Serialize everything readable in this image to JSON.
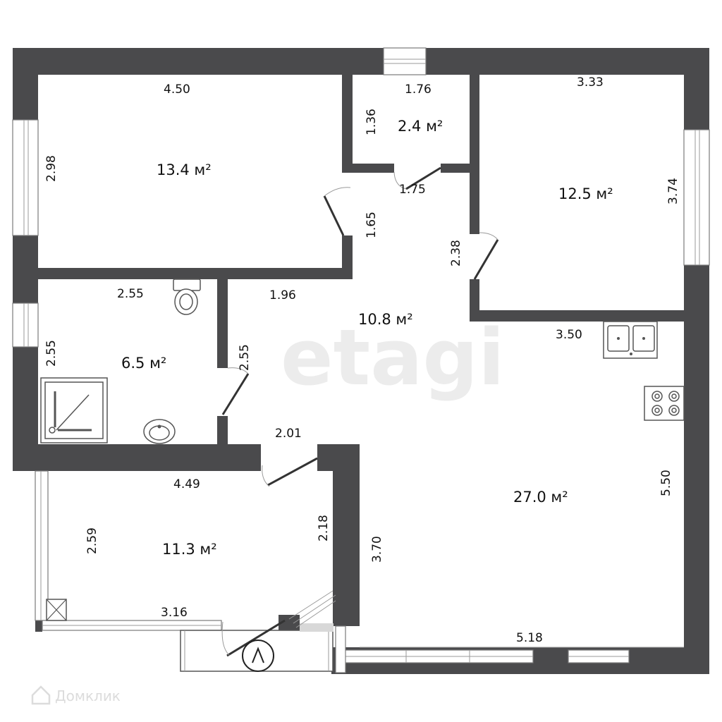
{
  "watermark": "etagi",
  "brand": "Домклик",
  "rooms": {
    "bedroom_nw": {
      "area": "13.4 м²",
      "width": "4.50",
      "height": "2.98"
    },
    "closet": {
      "area": "2.4 м²",
      "width": "1.76",
      "height": "1.36"
    },
    "bedroom_ne": {
      "area": "12.5 м²",
      "width": "3.33",
      "height": "3.74"
    },
    "hall": {
      "area": "10.8 м²",
      "dims": [
        "1.75",
        "1.65",
        "2.38",
        "1.96",
        "2.55",
        "2.01"
      ]
    },
    "bathroom": {
      "area": "6.5 м²",
      "width": "2.55",
      "height": "2.55"
    },
    "living_kitchen": {
      "area": "27.0 м²",
      "dims": [
        "3.50",
        "5.50",
        "3.70",
        "5.18"
      ]
    },
    "sw_room": {
      "area": "11.3 м²",
      "dims": [
        "4.49",
        "2.59",
        "2.18",
        "3.16"
      ]
    }
  }
}
